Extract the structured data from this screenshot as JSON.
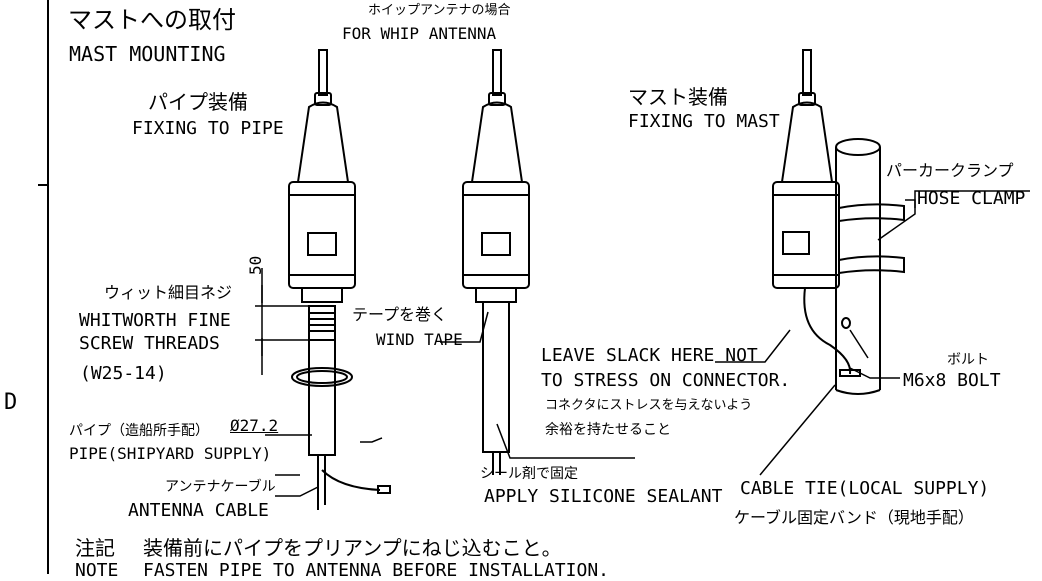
{
  "title": {
    "ja": "マストへの取付",
    "en": "MAST MOUNTING"
  },
  "whip": {
    "ja": "ホイップアンテナの場合",
    "en": "FOR WHIP ANTENNA"
  },
  "pipe_mount": {
    "ja": "パイプ装備",
    "en": "FIXING TO PIPE"
  },
  "mast_mount": {
    "ja": "マスト装備",
    "en": "FIXING TO MAST"
  },
  "hose_clamp": {
    "ja": "パーカークランプ",
    "en": "HOSE CLAMP"
  },
  "dimension_50": "50",
  "threads": {
    "ja": "ウィット細目ネジ",
    "en1": "WHITWORTH FINE",
    "en2": "SCREW THREADS",
    "spec": "(W25-14)"
  },
  "wind_tape": {
    "ja": "テープを巻く",
    "en": "WIND TAPE"
  },
  "slack": {
    "en1": "LEAVE SLACK HERE NOT",
    "en2": "TO STRESS ON CONNECTOR.",
    "ja1": "コネクタにストレスを与えないよう",
    "ja2": "余裕を持たせること"
  },
  "bolt": {
    "ja": "ボルト",
    "en": "M6x8 BOLT"
  },
  "pipe": {
    "ja": "パイプ（造船所手配）",
    "en": "PIPE(SHIPYARD SUPPLY)",
    "dia": "Ø27.2"
  },
  "antenna_cable": {
    "ja": "アンテナケーブル",
    "en": "ANTENNA CABLE"
  },
  "sealant": {
    "ja": "シール剤で固定",
    "en": "APPLY SILICONE SEALANT"
  },
  "cable_tie": {
    "en": "CABLE TIE(LOCAL SUPPLY)",
    "ja": "ケーブル固定バンド（現地手配）"
  },
  "note": {
    "ja_label": "注記",
    "ja": "装備前にパイプをプリアンプにねじ込むこと。",
    "en_label": "NOTE",
    "en": "FASTEN PIPE TO ANTENNA BEFORE INSTALLATION."
  },
  "zone_letter": "D"
}
